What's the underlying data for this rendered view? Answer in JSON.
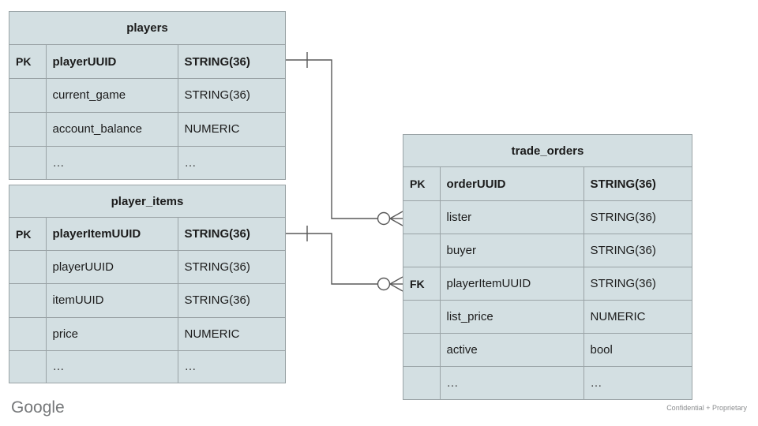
{
  "diagram": {
    "type": "entity-relationship-diagram",
    "notation": "crow's foot",
    "colors": {
      "entity_fill": "#d3dfe2",
      "entity_border": "#9aa3a6",
      "connector": "#595959",
      "text": "#1b1b1b",
      "footer_text": "#76787a"
    },
    "columns": {
      "key_header": "",
      "name_header": "",
      "type_header": ""
    }
  },
  "entities": [
    {
      "id": "players",
      "title": "players",
      "rows": [
        {
          "key": "PK",
          "name": "playerUUID",
          "type": "STRING(36)",
          "bold": true
        },
        {
          "key": "",
          "name": "current_game",
          "type": "STRING(36)",
          "bold": false
        },
        {
          "key": "",
          "name": "account_balance",
          "type": "NUMERIC",
          "bold": false
        },
        {
          "key": "",
          "name": "…",
          "type": "…",
          "bold": false
        }
      ]
    },
    {
      "id": "player_items",
      "title": "player_items",
      "rows": [
        {
          "key": "PK",
          "name": "playerItemUUID",
          "type": "STRING(36)",
          "bold": true
        },
        {
          "key": "",
          "name": "playerUUID",
          "type": "STRING(36)",
          "bold": false
        },
        {
          "key": "",
          "name": "itemUUID",
          "type": "STRING(36)",
          "bold": false
        },
        {
          "key": "",
          "name": "price",
          "type": "NUMERIC",
          "bold": false
        },
        {
          "key": "",
          "name": "…",
          "type": "…",
          "bold": false
        }
      ]
    },
    {
      "id": "trade_orders",
      "title": "trade_orders",
      "rows": [
        {
          "key": "PK",
          "name": "orderUUID",
          "type": "STRING(36)",
          "bold": true
        },
        {
          "key": "",
          "name": "lister",
          "type": "STRING(36)",
          "bold": false
        },
        {
          "key": "",
          "name": "buyer",
          "type": "STRING(36)",
          "bold": false
        },
        {
          "key": "FK",
          "name": "playerItemUUID",
          "type": "STRING(36)",
          "bold": false
        },
        {
          "key": "",
          "name": "list_price",
          "type": "NUMERIC",
          "bold": false
        },
        {
          "key": "",
          "name": "active",
          "type": "bool",
          "bold": false
        },
        {
          "key": "",
          "name": "…",
          "type": "…",
          "bold": false
        }
      ]
    }
  ],
  "relationships": [
    {
      "id": "players-to-trade_orders",
      "from_entity": "players",
      "from_field": "playerUUID",
      "from_cardinality": "one",
      "to_entity": "trade_orders",
      "to_field": "lister",
      "to_cardinality": "zero-or-many"
    },
    {
      "id": "player_items-to-trade_orders",
      "from_entity": "player_items",
      "from_field": "playerItemUUID",
      "from_cardinality": "one",
      "to_entity": "trade_orders",
      "to_field": "playerItemUUID",
      "to_cardinality": "zero-or-many"
    }
  ],
  "footer": {
    "logo": "Google",
    "confidential": "Confidential + Proprietary"
  }
}
